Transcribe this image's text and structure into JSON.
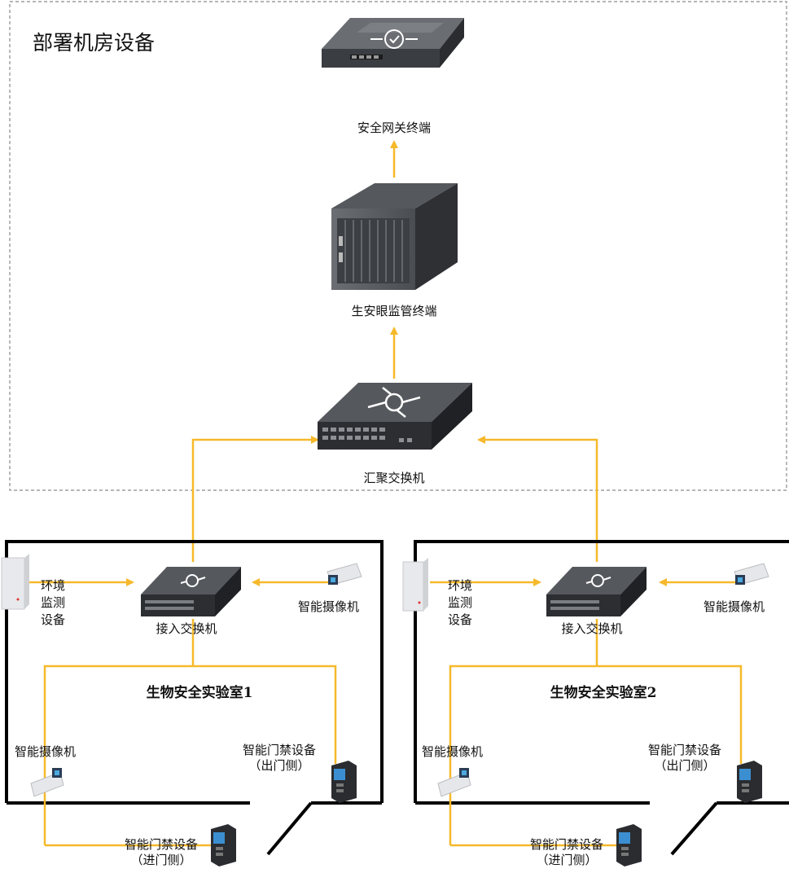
{
  "zone_title": "部署机房设备",
  "server_room": {
    "gateway": "安全网关终端",
    "management_terminal": "生安眼监管终端",
    "aggregation_switch": "汇聚交换机"
  },
  "labs": [
    {
      "name": "生物安全实验室1",
      "access_switch": "接入交换机",
      "env_monitor": [
        "环境",
        "监测",
        "设备"
      ],
      "camera_right": "智能摄像机",
      "camera_left": "智能摄像机",
      "door_exit": [
        "智能门禁设备",
        "（出门侧）"
      ],
      "door_entry": [
        "智能门禁设备",
        "（进门侧）"
      ]
    },
    {
      "name": "生物安全实验室2",
      "access_switch": "接入交换机",
      "env_monitor": [
        "环境",
        "监测",
        "设备"
      ],
      "camera_right": "智能摄像机",
      "camera_left": "智能摄像机",
      "door_exit": [
        "智能门禁设备",
        "（出门侧）"
      ],
      "door_entry": [
        "智能门禁设备",
        "（进门侧）"
      ]
    }
  ],
  "colors": {
    "link": "#f6b92b",
    "zone_border": "#8a8a8a",
    "wall": "#000000",
    "device_dark": "#3a3d42"
  }
}
